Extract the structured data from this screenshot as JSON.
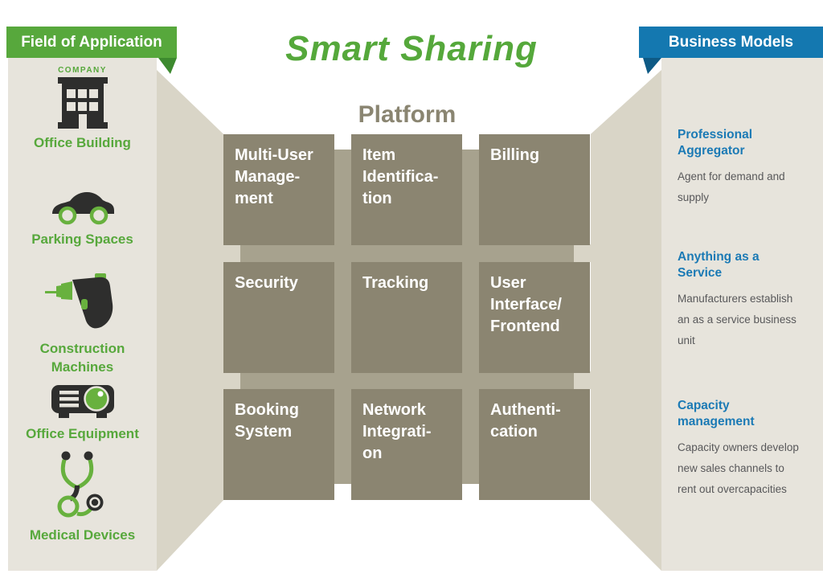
{
  "title": "Smart Sharing",
  "platform": {
    "label": "Platform"
  },
  "left_panel": {
    "header": "Field of Application",
    "items": [
      {
        "caption": "COMPANY",
        "label": "Office Building"
      },
      {
        "label": "Parking Spaces"
      },
      {
        "label": "Construction\nMachines"
      },
      {
        "label": "Office Equipment"
      },
      {
        "label": "Medical Devices"
      }
    ]
  },
  "modules": [
    {
      "label": "Multi-User\nManage-\nment"
    },
    {
      "label": "Item\nIdentifica-\ntion"
    },
    {
      "label": "Billing"
    },
    {
      "label": "Security"
    },
    {
      "label": "Tracking"
    },
    {
      "label": "User\nInterface/\nFrontend"
    },
    {
      "label": "Booking\nSystem"
    },
    {
      "label": "Network\nIntegrati-\non"
    },
    {
      "label": "Authenti-\ncation"
    }
  ],
  "right_panel": {
    "header": "Business Models",
    "sections": [
      {
        "heading": "Professional\nAggregator",
        "body": "Agent for demand and\nsupply"
      },
      {
        "heading": "Anything as a\nService",
        "body": "Manufacturers establish\nan as a service business\nunit"
      },
      {
        "heading": "Capacity\nmanagement",
        "body": "Capacity owners develop\nnew sales channels to\nrent out overcapacities"
      }
    ]
  },
  "colors": {
    "green": "#57a83c",
    "green_dark": "#3d8a2f",
    "blue": "#1478b0",
    "blue_dark": "#0e5a85",
    "module_box": "#8b8571",
    "backdrop": "#a7a28e",
    "funnel": "#d9d5c7",
    "panel": "#e7e4dc",
    "body_text": "#58585a",
    "platform_text": "#8a8571",
    "icon_dark": "#2e2e2d",
    "icon_green": "#68b13e"
  }
}
